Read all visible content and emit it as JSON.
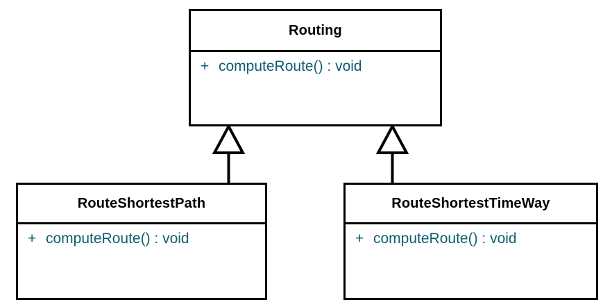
{
  "diagram": {
    "type": "uml-class-diagram",
    "background_color": "#ffffff",
    "line_color": "#000000",
    "title_color": "#000000",
    "member_color": "#0c5f6e",
    "classes": [
      {
        "id": "routing",
        "name": "Routing",
        "role": "superclass",
        "members": [
          {
            "visibility": "+",
            "signature": "computeRoute() : void"
          }
        ]
      },
      {
        "id": "route-shortest-path",
        "name": "RouteShortestPath",
        "role": "subclass",
        "members": [
          {
            "visibility": "+",
            "signature": "computeRoute() : void"
          }
        ]
      },
      {
        "id": "route-shortest-time-way",
        "name": "RouteShortestTimeWay",
        "role": "subclass",
        "members": [
          {
            "visibility": "+",
            "signature": "computeRoute() : void"
          }
        ]
      }
    ],
    "relationships": [
      {
        "id": "gen-left",
        "kind": "generalization",
        "from": "RouteShortestPath",
        "to": "Routing",
        "arrowhead": "hollow-triangle"
      },
      {
        "id": "gen-right",
        "kind": "generalization",
        "from": "RouteShortestTimeWay",
        "to": "Routing",
        "arrowhead": "hollow-triangle"
      }
    ]
  }
}
